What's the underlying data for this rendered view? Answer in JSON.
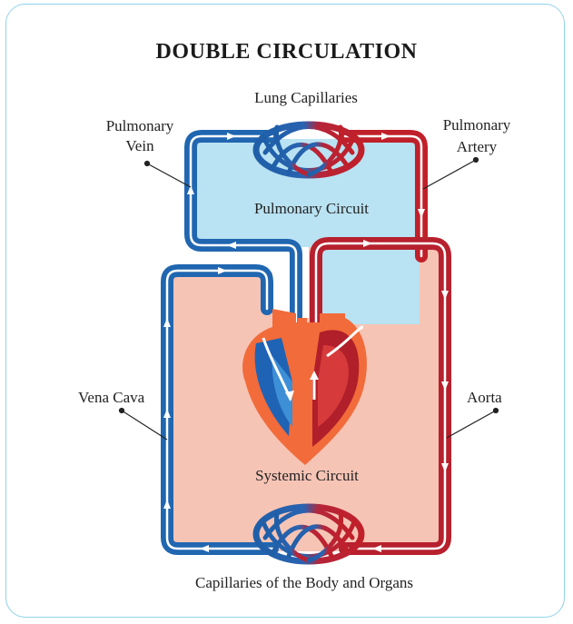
{
  "title": "DOUBLE CIRCULATION",
  "labels": {
    "lung_capillaries": "Lung Capillaries",
    "pulmonary_vein_1": "Pulmonary",
    "pulmonary_vein_2": "Vein",
    "pulmonary_artery_1": "Pulmonary",
    "pulmonary_artery_2": "Artery",
    "pulmonary_circuit": "Pulmonary Circuit",
    "vena_cava": "Vena Cava",
    "aorta": "Aorta",
    "systemic_circuit": "Systemic Circuit",
    "body_capillaries": "Capillaries of the Body and Organs"
  },
  "colors": {
    "oxygenated": "#c0202a",
    "deoxygenated": "#2066b0",
    "pulmonary_fill": "#b9e2f2",
    "systemic_fill": "#f6c4b5",
    "frame": "#8fd3ea"
  }
}
